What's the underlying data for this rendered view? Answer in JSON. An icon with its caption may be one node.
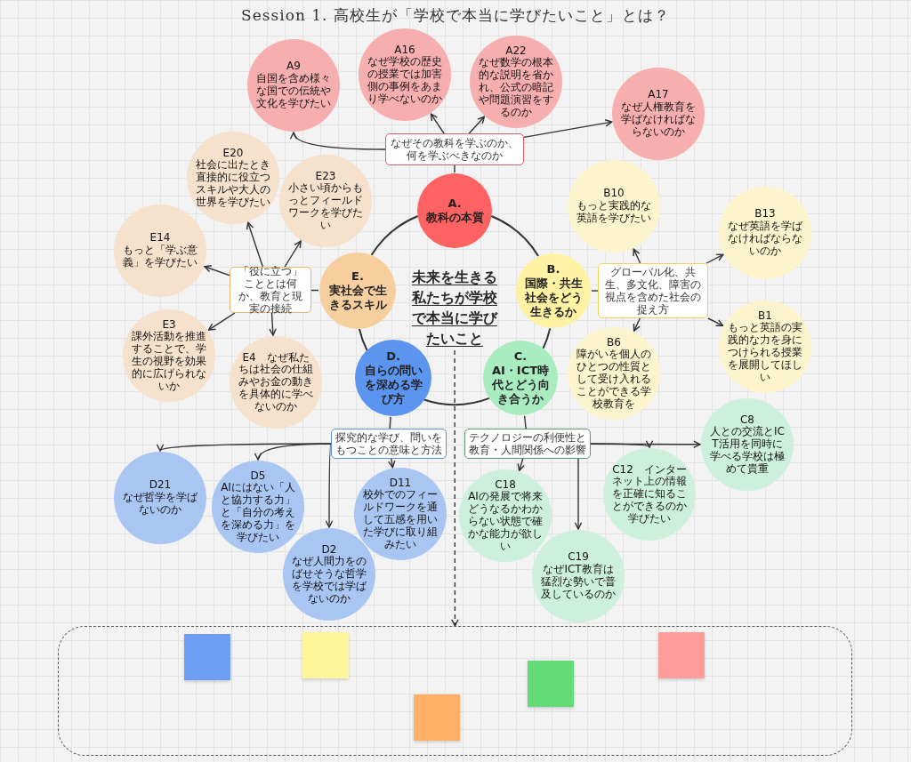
{
  "diagram": {
    "title": "Session 1. 高校生が「学校で本当に学びたいこと」とは？",
    "nodes": [
      {
        "text": [
          "未来を生きる私たちが学校で本当に学びたいこと"
        ]
      },
      {
        "text": [
          "A.",
          "教科の本質"
        ]
      },
      {
        "text": [
          "なぜその教科を学ぶのか、何を学ぶべきなのか"
        ]
      },
      {
        "text": [
          "A9",
          "自国を含め様々な国での伝統や文化を学びたい"
        ]
      },
      {
        "text": [
          "A16",
          "なぜ学校の歴史の授業では加害側の事例をあまり学べないのか"
        ]
      },
      {
        "text": [
          "A22",
          "なぜ数学の根本的な説明を省かれ、公式の暗記や問題演習をするのか"
        ]
      },
      {
        "text": [
          "A17",
          "なぜ人権教育を学ばなければならないのか"
        ]
      },
      {
        "text": [
          "E.",
          "実社会で生きるスキル"
        ]
      },
      {
        "text": [
          "「役に立つ」こととは何か、教育と現実の接続"
        ]
      },
      {
        "text": [
          "E20",
          "社会に出たとき直接的に役立つスキルや大人の世界を学びたい"
        ]
      },
      {
        "text": [
          "E23",
          "小さい頃からもっとフィールドワークを学びたい"
        ]
      },
      {
        "text": [
          "E14",
          "もっと「学ぶ意義」を学びたい"
        ]
      },
      {
        "text": [
          "E3",
          "課外活動を推進することで、学生の視野を効果的に広げられないか"
        ]
      },
      {
        "text": [
          "E4　なぜ私たちは社会の仕組みやお金の動きを具体的に学べないのか"
        ]
      },
      {
        "text": [
          "B.",
          "国際・共生社会をどう生きるか"
        ]
      },
      {
        "text": [
          "グローバル化、共生、多文化、障害の視点を含めた社会の捉え方"
        ]
      },
      {
        "text": [
          "B10",
          "もっと実践的な英語を学びたい"
        ]
      },
      {
        "text": [
          "B13",
          "なぜ英語を学ばなければならないのか"
        ]
      },
      {
        "text": [
          "B1",
          "もっと英語の実践的な力を身につけられる授業を展開してほしい"
        ]
      },
      {
        "text": [
          "B6",
          "障がいを個人のひとつの性質として受け入れることができる学校教育を"
        ]
      },
      {
        "text": [
          "D.",
          "自らの問いを深める学び方"
        ]
      },
      {
        "text": [
          "探究的な学び、問いをもつことの意味と方法"
        ]
      },
      {
        "text": [
          "D21",
          "なぜ哲学を学ばないのか"
        ]
      },
      {
        "text": [
          "D5",
          "AIにはない「人と協力する力」と「自分の考えを深める力」を学びたい"
        ]
      },
      {
        "text": [
          "D11",
          "校外でのフィールドワークを通して五感を用いた学びに取り組みたい"
        ]
      },
      {
        "text": [
          "D2",
          "なぜ人間力をのばせそうな哲学を学校では学ばないのか"
        ]
      },
      {
        "text": [
          "C.",
          "AI・ICT時代とどう向き合うか"
        ]
      },
      {
        "text": [
          "テクノロジーの利便性と教育・人間関係への影響"
        ]
      },
      {
        "text": [
          "C18",
          "AIの発展で将来どうなるかわからない状態で確かな能力が欲しい"
        ]
      },
      {
        "text": [
          "C12　インターネット上の情報を正確に知ることができるのか学びたい"
        ]
      },
      {
        "text": [
          "C8",
          "人との交流とICT活用を同時に学べる学校は極めて貴重"
        ]
      },
      {
        "text": [
          "C19",
          "なぜICT教育は猛烈な勢いで普及しているのか"
        ]
      },
      {
        "text": [],
        "shape": "box"
      },
      {
        "text": [],
        "shape": "box",
        "in": 32
      },
      {
        "text": [],
        "shape": "box",
        "in": 32
      },
      {
        "text": [],
        "shape": "box",
        "in": 32
      },
      {
        "text": [],
        "shape": "box",
        "in": 32
      },
      {
        "text": [],
        "shape": "box",
        "in": 32
      }
    ],
    "edges": [
      {
        "from": 1,
        "to": 2,
        "arrow": "none"
      },
      {
        "from": 2,
        "to": 3,
        "arrow": "to"
      },
      {
        "from": 2,
        "to": 4,
        "arrow": "to"
      },
      {
        "from": 2,
        "to": 5,
        "arrow": "to"
      },
      {
        "from": 2,
        "to": 6,
        "arrow": "to"
      },
      {
        "from": 7,
        "to": 8,
        "arrow": "none"
      },
      {
        "from": 8,
        "to": 9,
        "arrow": "to"
      },
      {
        "from": 8,
        "to": 10,
        "arrow": "to"
      },
      {
        "from": 8,
        "to": 11,
        "arrow": "to"
      },
      {
        "from": 8,
        "to": 12,
        "arrow": "to"
      },
      {
        "from": 8,
        "to": 13,
        "arrow": "to"
      },
      {
        "from": 14,
        "to": 15,
        "arrow": "none"
      },
      {
        "from": 15,
        "to": 16,
        "arrow": "to"
      },
      {
        "from": 15,
        "to": 17,
        "arrow": "to"
      },
      {
        "from": 15,
        "to": 18,
        "arrow": "to"
      },
      {
        "from": 15,
        "to": 19,
        "arrow": "to"
      },
      {
        "from": 20,
        "to": 21,
        "arrow": "none"
      },
      {
        "from": 21,
        "to": 22,
        "arrow": "to"
      },
      {
        "from": 21,
        "to": 23,
        "arrow": "to"
      },
      {
        "from": 21,
        "to": 24,
        "arrow": "to"
      },
      {
        "from": 21,
        "to": 25,
        "arrow": "to"
      },
      {
        "from": 26,
        "to": 27,
        "arrow": "none"
      },
      {
        "from": 27,
        "to": 28,
        "arrow": "to"
      },
      {
        "from": 27,
        "to": 29,
        "arrow": "to"
      },
      {
        "from": 27,
        "to": 30,
        "arrow": "to"
      },
      {
        "from": 27,
        "to": 31,
        "arrow": "to"
      },
      {
        "from": 1,
        "to": 14,
        "arrow": "none"
      },
      {
        "from": 14,
        "to": 26,
        "arrow": "none"
      },
      {
        "from": 26,
        "to": 20,
        "arrow": "none"
      },
      {
        "from": 20,
        "to": 7,
        "arrow": "none"
      },
      {
        "from": 7,
        "to": 1,
        "arrow": "none"
      },
      {
        "from": 0,
        "to": 32,
        "arrow": "to",
        "style": "dashed"
      }
    ]
  }
}
